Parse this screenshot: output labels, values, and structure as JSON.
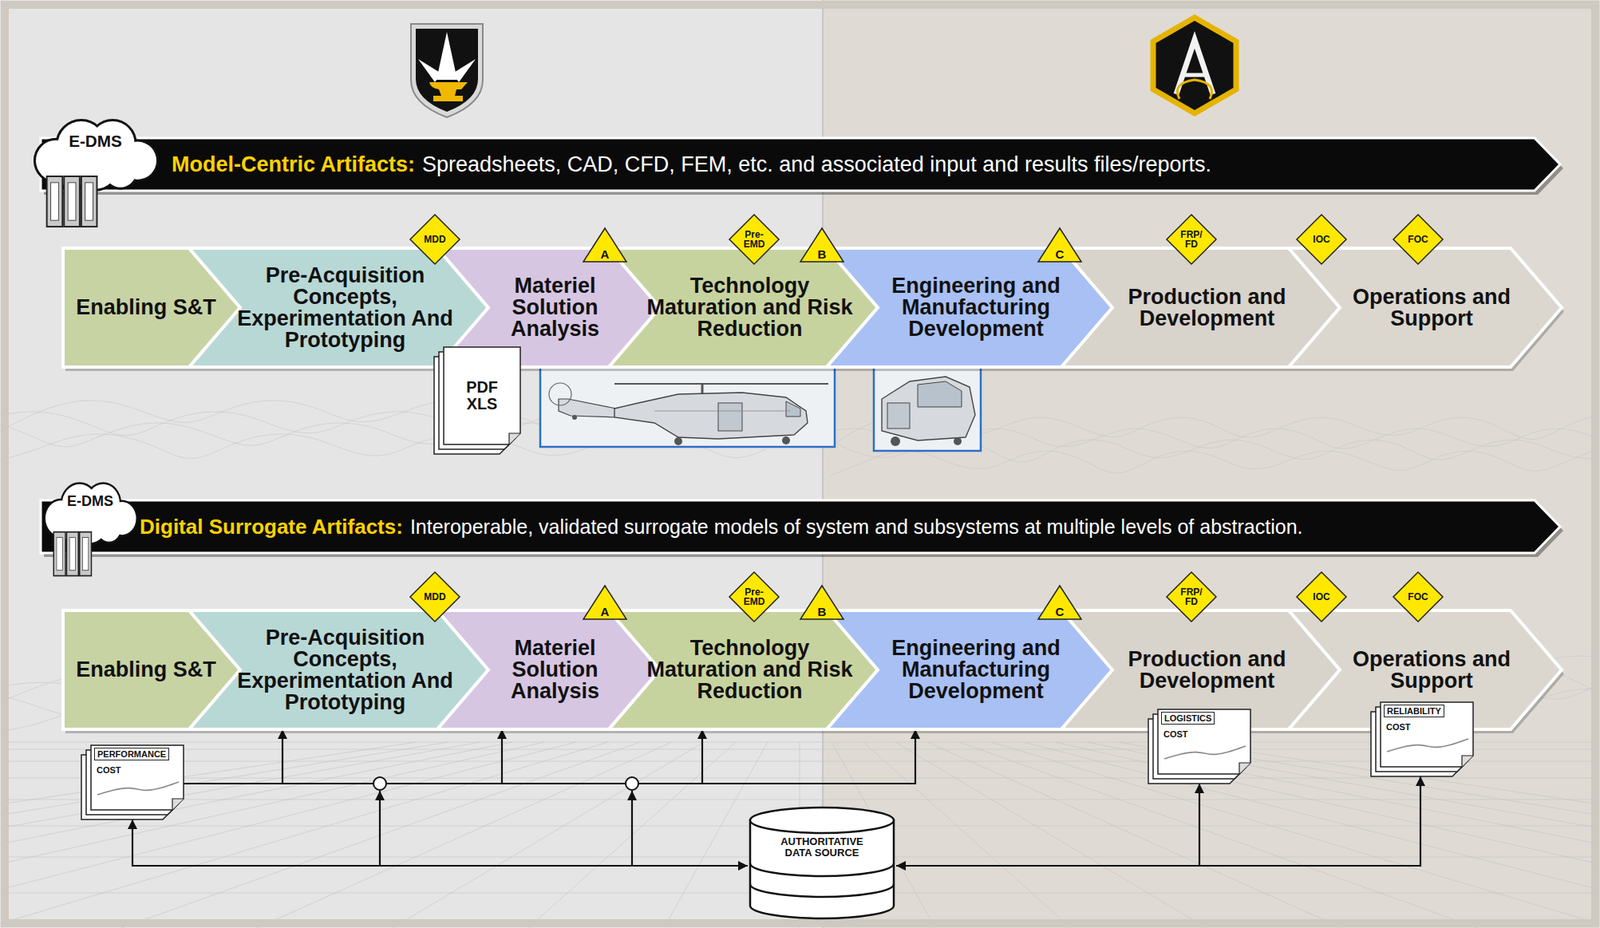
{
  "diagram": {
    "nodes": [
      {
        "text": [
          "E-DMS"
        ]
      },
      {
        "text": [
          "Model-Centric Artifacts:",
          "Spreadsheets, CAD, CFD, FEM, etc. and associated input and results files/reports."
        ]
      },
      {
        "text": [
          "MDD"
        ]
      },
      {
        "text": [
          "A"
        ]
      },
      {
        "text": [
          "Pre-EMD"
        ]
      },
      {
        "text": [
          "B"
        ]
      },
      {
        "text": [
          "C"
        ]
      },
      {
        "text": [
          "FRP/ FD"
        ]
      },
      {
        "text": [
          "IOC"
        ]
      },
      {
        "text": [
          "FOC"
        ]
      },
      {
        "text": [
          "Enabling S&T"
        ]
      },
      {
        "text": [
          "Pre-Acquisition Concepts, Experimentation And Prototyping"
        ]
      },
      {
        "text": [
          "Materiel Solution Analysis"
        ]
      },
      {
        "text": [
          "Technology Maturation and Risk Reduction"
        ]
      },
      {
        "text": [
          "Engineering and Manufacturing Development"
        ]
      },
      {
        "text": [
          "Production and Development"
        ]
      },
      {
        "text": [
          "Operations and Support"
        ]
      },
      {
        "text": [
          "PDF XLS"
        ]
      },
      {
        "text": [
          "E-DMS"
        ]
      },
      {
        "text": [
          "Digital Surrogate Artifacts:",
          "Interoperable, validated surrogate models of system and subsystems at multiple levels of abstraction."
        ]
      },
      {
        "text": [
          "MDD"
        ]
      },
      {
        "text": [
          "A"
        ]
      },
      {
        "text": [
          "Pre-EMD"
        ]
      },
      {
        "text": [
          "B"
        ]
      },
      {
        "text": [
          "C"
        ]
      },
      {
        "text": [
          "FRP/ FD"
        ]
      },
      {
        "text": [
          "IOC"
        ]
      },
      {
        "text": [
          "FOC"
        ]
      },
      {
        "text": [
          "Enabling S&T"
        ]
      },
      {
        "text": [
          "Pre-Acquisition Concepts, Experimentation And Prototyping"
        ]
      },
      {
        "text": [
          "Materiel Solution Analysis"
        ]
      },
      {
        "text": [
          "Technology Maturation and Risk Reduction"
        ]
      },
      {
        "text": [
          "Engineering and Manufacturing Development"
        ]
      },
      {
        "text": [
          "Production and Development"
        ]
      },
      {
        "text": [
          "Operations and Support"
        ]
      },
      {
        "text": [
          "PERFORMANCE",
          "COST"
        ]
      },
      {
        "text": [
          "LOGISTICS",
          "COST"
        ]
      },
      {
        "text": [
          "RELIABILITY",
          "COST"
        ]
      },
      {
        "text": [
          "AUTHORITATIVE DATA SOURCE"
        ]
      }
    ],
    "edges": [
      {
        "from": 35,
        "to": 29,
        "arrow": "to"
      },
      {
        "from": 35,
        "to": 30,
        "arrow": "to"
      },
      {
        "from": 35,
        "to": 31,
        "arrow": "to"
      },
      {
        "from": 35,
        "to": 32,
        "arrow": "to"
      },
      {
        "from": 38,
        "to": 35,
        "arrow": "both"
      },
      {
        "from": 38,
        "to": 36,
        "arrow": "to"
      },
      {
        "from": 38,
        "to": 37,
        "arrow": "both"
      }
    ]
  }
}
